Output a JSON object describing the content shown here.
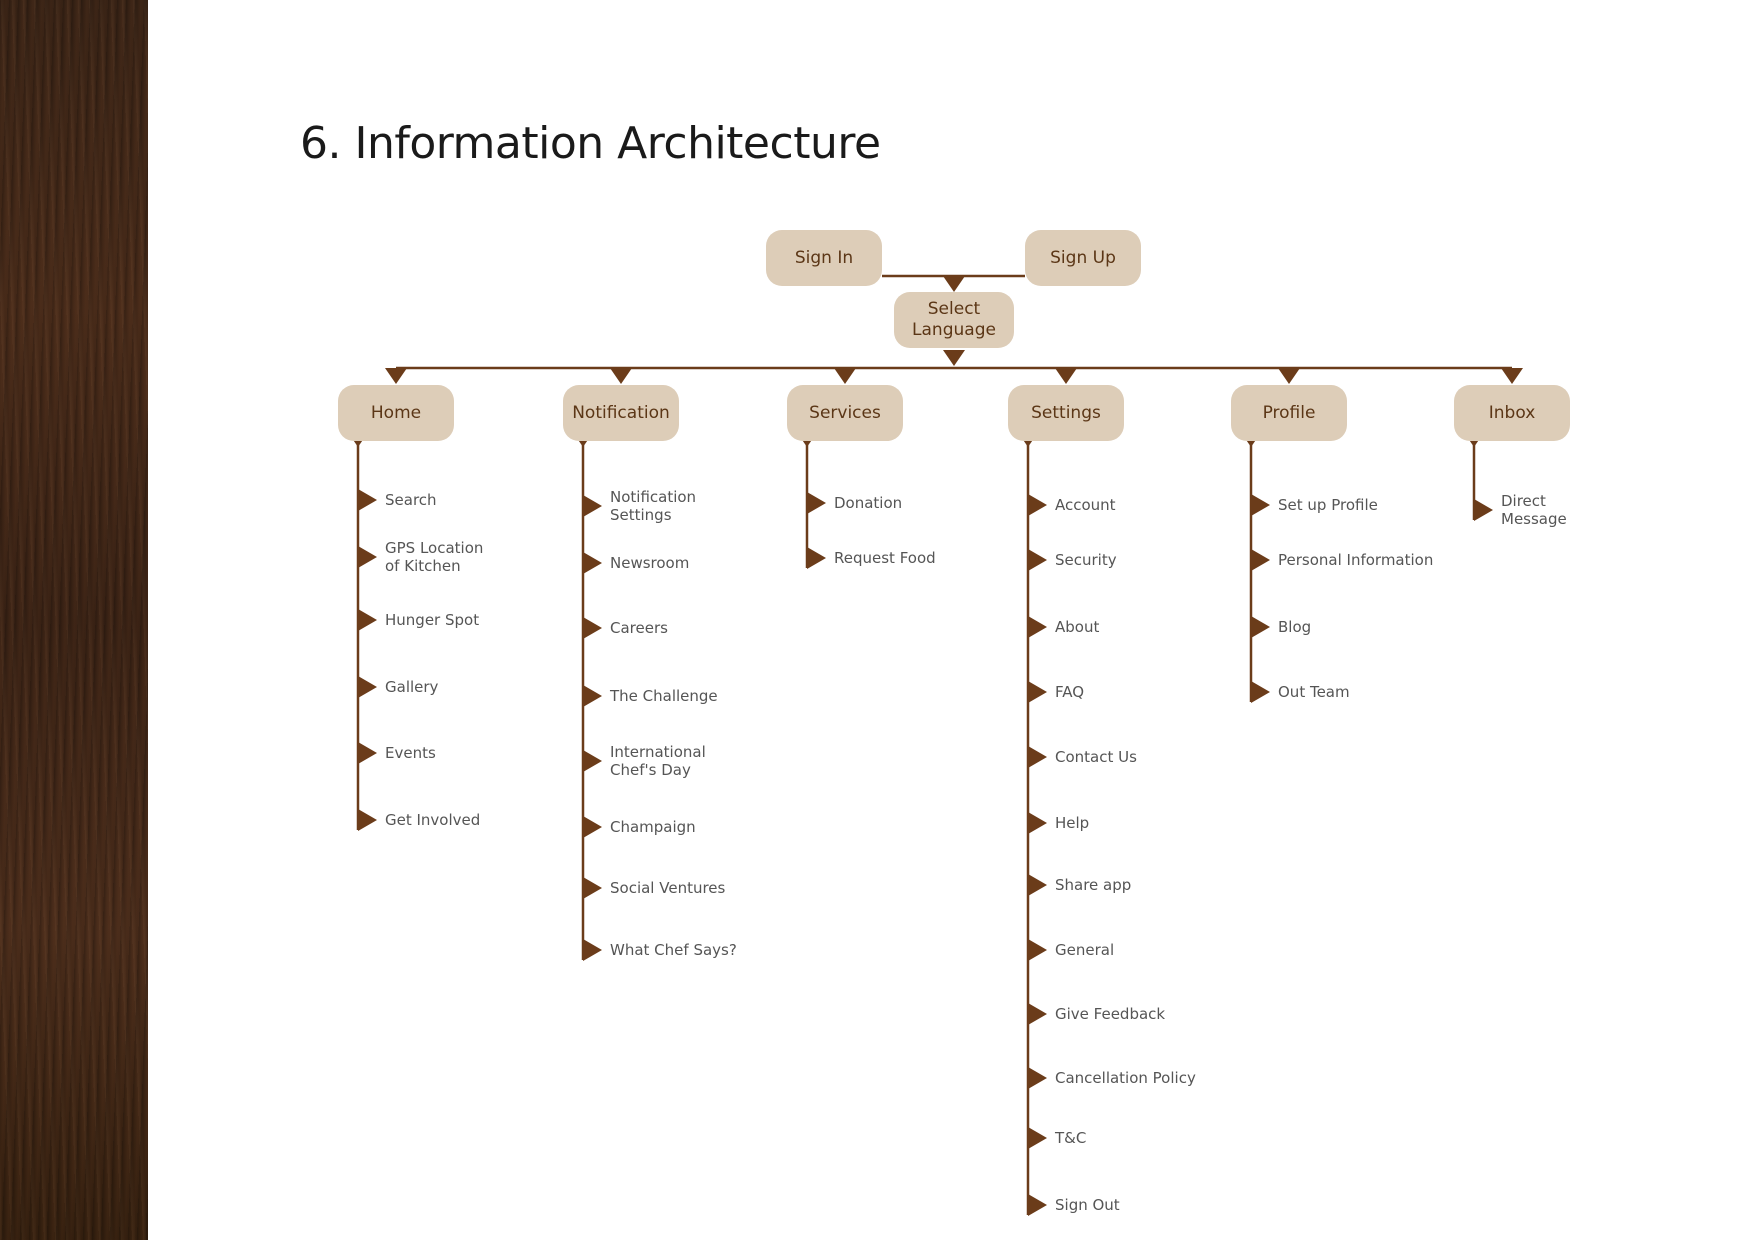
{
  "title": "6. Information Architecture",
  "colors": {
    "line": "#6b3c1a",
    "node_fill": "#ddcdb8",
    "node_text": "#5b3616",
    "item_text": "#555555"
  },
  "top": {
    "sign_in": "Sign In",
    "sign_up": "Sign Up",
    "select_language": "Select\nLanguage"
  },
  "columns": [
    {
      "label": "Home",
      "items": [
        "Search",
        "GPS Location\nof Kitchen",
        "Hunger Spot",
        "Gallery",
        "Events",
        "Get Involved"
      ]
    },
    {
      "label": "Notification",
      "items": [
        "Notification\nSettings",
        "Newsroom",
        "Careers",
        "The Challenge",
        "International\nChef's Day",
        "Champaign",
        "Social Ventures",
        "What Chef Says?"
      ]
    },
    {
      "label": "Services",
      "items": [
        "Donation",
        "Request Food"
      ]
    },
    {
      "label": "Settings",
      "items": [
        "Account",
        "Security",
        "About",
        "FAQ",
        "Contact Us",
        "Help",
        "Share app",
        "General",
        "Give Feedback",
        "Cancellation Policy",
        "T&C",
        "Sign Out"
      ]
    },
    {
      "label": "Profile",
      "items": [
        "Set up Profile",
        "Personal Information",
        "Blog",
        "Out Team"
      ]
    },
    {
      "label": "Inbox",
      "items": [
        "Direct\nMessage"
      ]
    }
  ]
}
